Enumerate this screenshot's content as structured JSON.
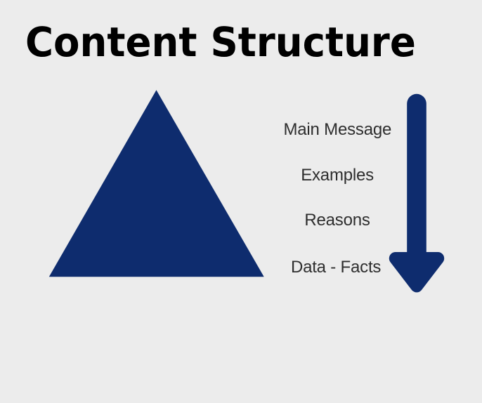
{
  "title": "Content Structure",
  "levels": [
    "Main Message",
    "Examples",
    "Reasons",
    "Data - Facts"
  ],
  "icons": {
    "pyramid": "triangle-icon",
    "direction": "arrow-down-icon"
  },
  "colors": {
    "background": "#ececec",
    "accent": "#0e2c6e",
    "title_color": "#000000",
    "label_color": "#2e2e2e"
  }
}
